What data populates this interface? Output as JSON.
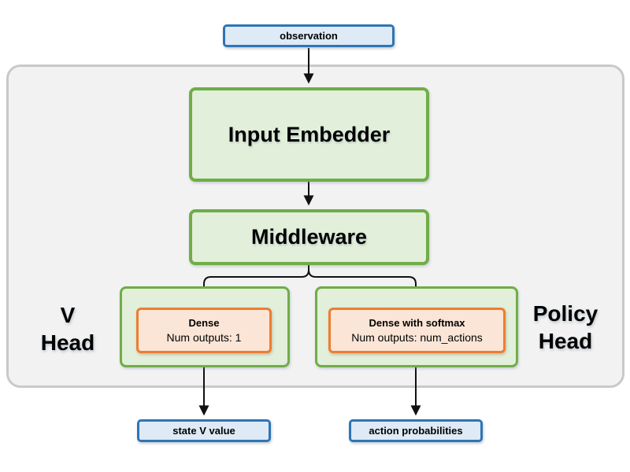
{
  "diagram": {
    "input_node": {
      "label": "observation"
    },
    "network": {
      "input_embedder": {
        "label": "Input Embedder"
      },
      "middleware": {
        "label": "Middleware"
      },
      "v_head": {
        "label_line1": "V",
        "label_line2": "Head",
        "layer": {
          "title": "Dense",
          "subtitle": "Num outputs: 1"
        }
      },
      "policy_head": {
        "label_line1": "Policy",
        "label_line2": "Head",
        "layer": {
          "title": "Dense with softmax",
          "subtitle": "Num outputs: num_actions"
        }
      }
    },
    "output_nodes": {
      "state_v_value": {
        "label": "state V value"
      },
      "action_probabilities": {
        "label": "action probabilities"
      }
    },
    "colors": {
      "blue_border": "#2e75b6",
      "blue_fill": "#deeaf6",
      "green_border": "#70ad47",
      "green_fill": "#e2efda",
      "orange_border": "#ed7d31",
      "orange_fill": "#fbe5d6",
      "container_fill": "#f2f2f2",
      "container_border": "#c9c9c9",
      "arrow": "#111111"
    }
  }
}
